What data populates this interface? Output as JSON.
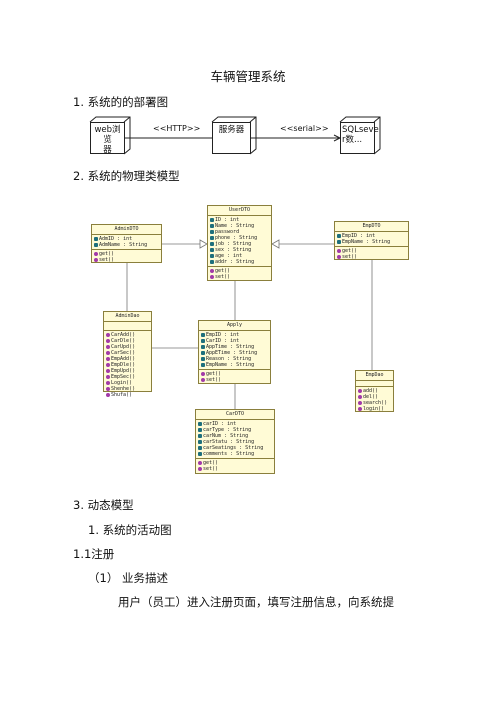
{
  "title": "车辆管理系统",
  "section1": {
    "num": "1.",
    "text": "系统的的部署图"
  },
  "deployment": {
    "nodes": [
      {
        "line1": "web浏览",
        "line2": "器"
      },
      {
        "line1": "服务器",
        "line2": ""
      },
      {
        "line1": "SQLseve",
        "line2": "r数..."
      }
    ],
    "link1_label": "<<HTTP>>",
    "link2_label": "<<serial>>"
  },
  "section2": {
    "num": "2.",
    "text": "系统的物理类模型"
  },
  "classes": {
    "userdto": {
      "name": "UserDTO",
      "attrs": [
        "ID : int",
        "Name : String",
        "password",
        "phone : String",
        "job : String",
        "sex : String",
        "age : int",
        "addr : String"
      ],
      "ops": [
        "get()",
        "set()"
      ]
    },
    "admindto": {
      "name": "AdminDTO",
      "attrs": [
        "AdmID : int",
        "AdmName : String"
      ],
      "ops": [
        "get()",
        "set()"
      ]
    },
    "empdto": {
      "name": "EmpDTO",
      "attrs": [
        "EmpID : int",
        "EmpName : String"
      ],
      "ops": [
        "get()",
        "set()"
      ]
    },
    "admindao": {
      "name": "AdminDao",
      "attrs": [],
      "ops": [
        "CarAdd()",
        "CarDle()",
        "CarUpd()",
        "CarSec()",
        "EmpAdd()",
        "EmpDle()",
        "EmpUpd()",
        "EmpSec()",
        "Login()",
        "Shenhe()",
        "Shufa()"
      ]
    },
    "apply": {
      "name": "Apply",
      "attrs": [
        "EmpID : int",
        "CarID : int",
        "AppTime : String",
        "AppETime : String",
        "Reason : String",
        "EmpName : String"
      ],
      "ops": [
        "get()",
        "set()"
      ]
    },
    "empdao": {
      "name": "EmpDao",
      "attrs": [],
      "ops": [
        "add()",
        "del()",
        "search()",
        "login()"
      ]
    },
    "cardto": {
      "name": "CarDTO",
      "attrs": [
        "carID : int",
        "carType : String",
        "carNum : String",
        "carStatu : String",
        "carSeatings : String",
        "comments : String"
      ],
      "ops": [
        "get()",
        "set()"
      ]
    }
  },
  "section3": {
    "num": "3.",
    "text": "动态模型"
  },
  "sub1": {
    "num": "1.",
    "text": "系统的活动图"
  },
  "sub11": {
    "text": "1.1注册"
  },
  "item1": {
    "num": "（1）",
    "text": "业务描述"
  },
  "para": "用户（员工）进入注册页面，填写注册信息，向系统提"
}
